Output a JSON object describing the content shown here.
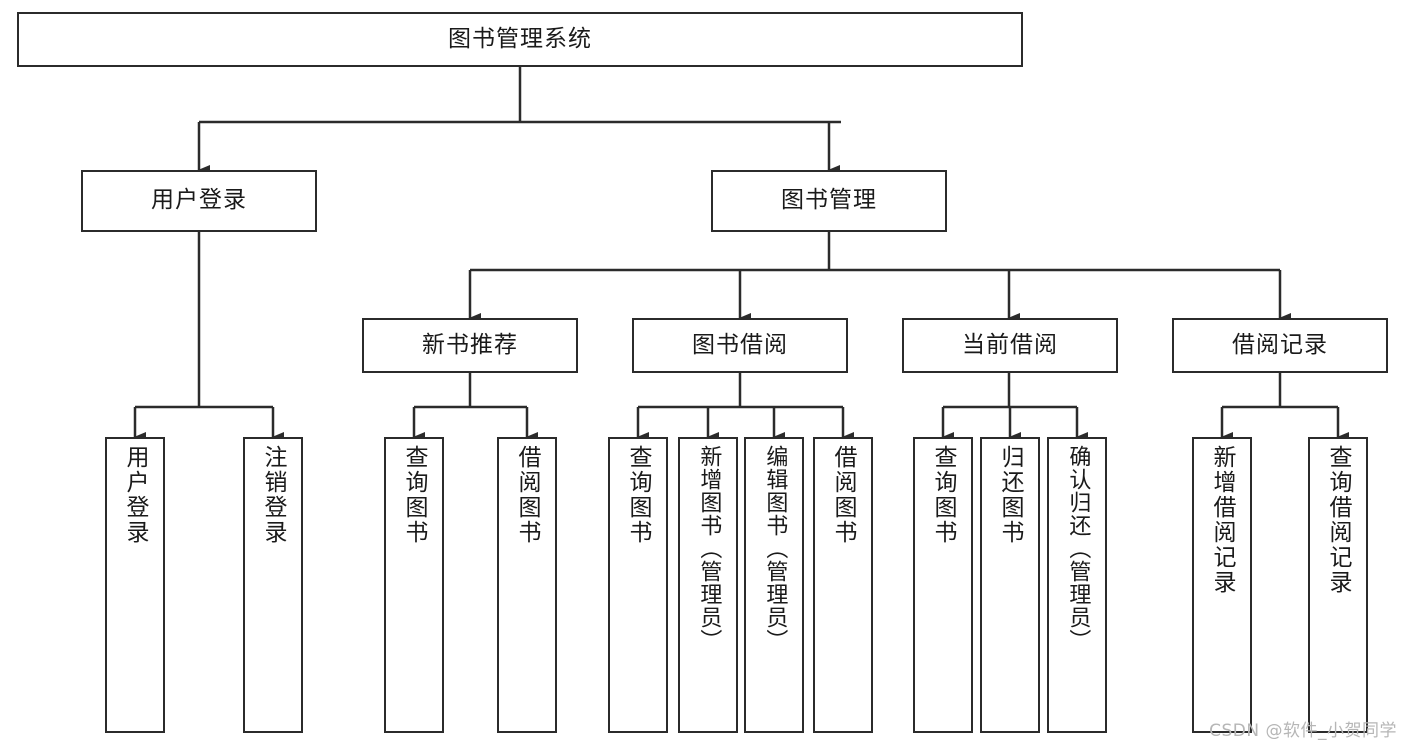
{
  "diagram": {
    "title": "图书管理系统",
    "type": "tree",
    "watermark": "CSDN @软件_小贺同学",
    "colors": {
      "border": "#2b2b2b",
      "background": "#ffffff",
      "line": "#2b2b2b",
      "text": "#1a1a1a",
      "watermark": "#b6b6b6"
    },
    "root": {
      "label": "图书管理系统"
    },
    "level2": [
      {
        "label": "用户登录"
      },
      {
        "label": "图书管理"
      }
    ],
    "level3": [
      {
        "label": "新书推荐"
      },
      {
        "label": "图书借阅"
      },
      {
        "label": "当前借阅"
      },
      {
        "label": "借阅记录"
      }
    ],
    "leaves": {
      "user_login": [
        {
          "label": "用户登录"
        },
        {
          "label": "注销登录"
        }
      ],
      "new_book": [
        {
          "label": "查询图书"
        },
        {
          "label": "借阅图书"
        }
      ],
      "book_borrow": [
        {
          "label": "查询图书"
        },
        {
          "label": "新增图书（管理员）"
        },
        {
          "label": "编辑图书（管理员）"
        },
        {
          "label": "借阅图书"
        }
      ],
      "current_borrow": [
        {
          "label": "查询图书"
        },
        {
          "label": "归还图书"
        },
        {
          "label": "确认归还（管理员）"
        }
      ],
      "borrow_record": [
        {
          "label": "新增借阅记录"
        },
        {
          "label": "查询借阅记录"
        }
      ]
    }
  }
}
